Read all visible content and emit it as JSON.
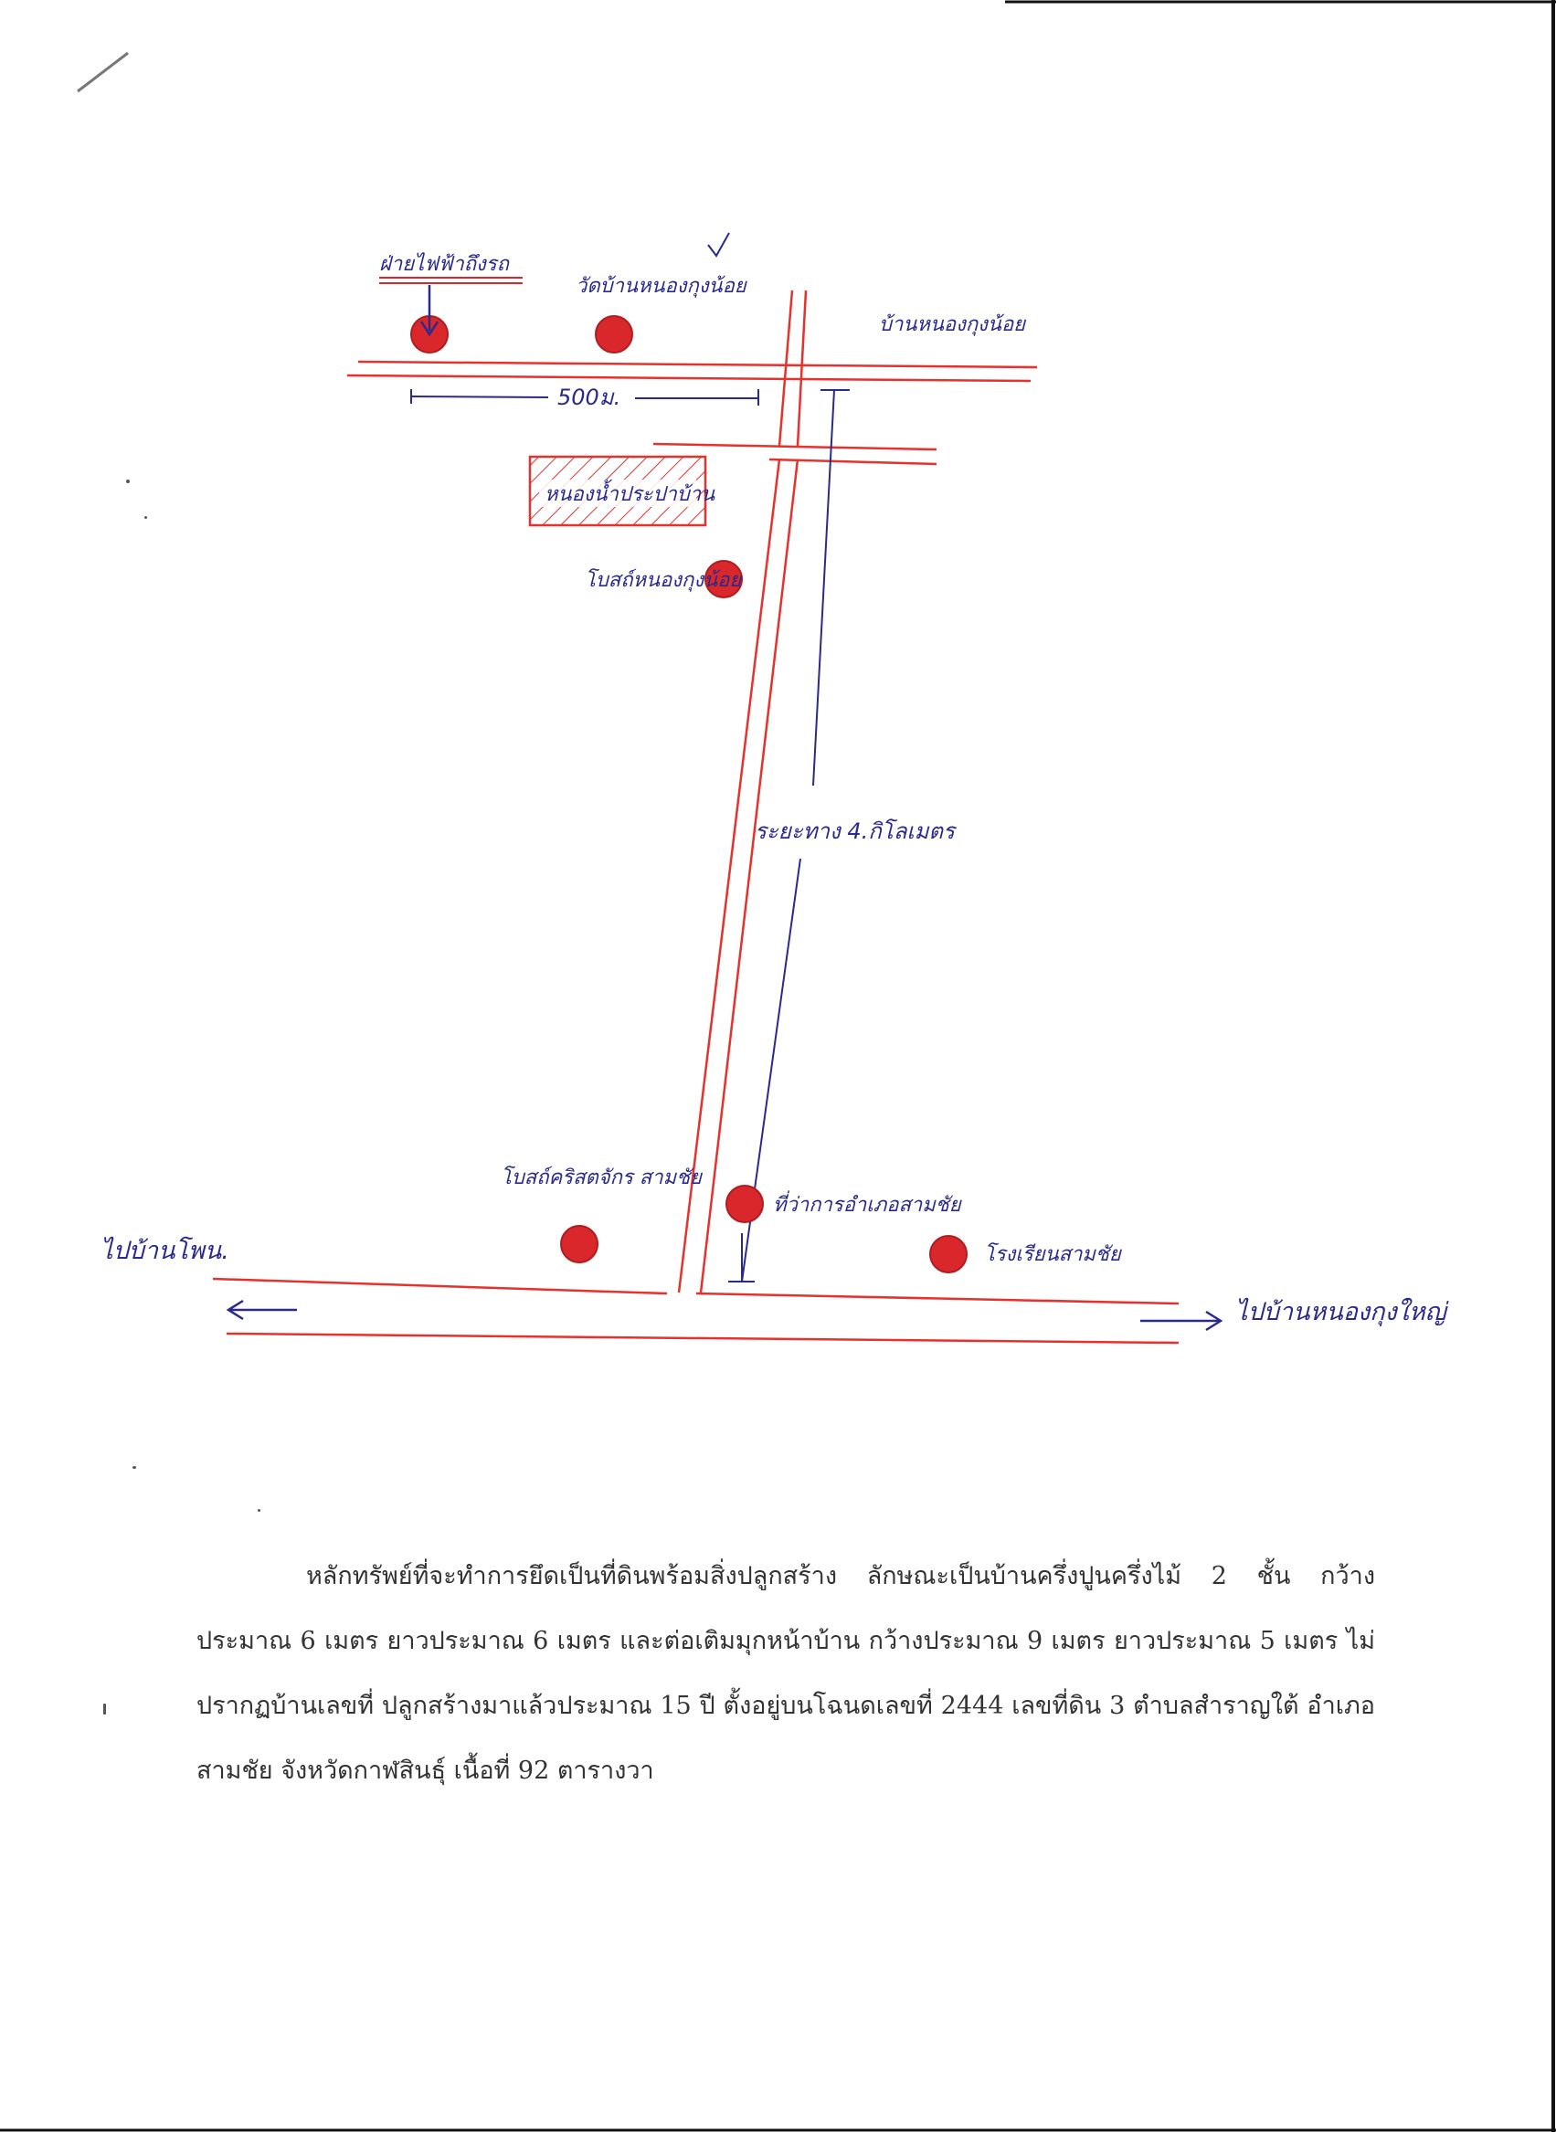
{
  "map": {
    "labels": {
      "health_center": "ฝ่ายไฟฟ้าถึงรถ",
      "temple": "วัดบ้านหนองกุงน้อย",
      "village_north": "บ้านหนองกุงน้อย",
      "distance_500": "500ม.",
      "village_pond": "หนองน้ำประปาบ้าน",
      "church": "โบสถ์หนองกุงน้อย",
      "distance_4km": "ระยะทาง 4.กิโลเมตร",
      "church_south": "โบสถ์คริสตจักร สามชัย",
      "district_office": "ที่ว่าการอำเภอสามชัย",
      "school": "โรงเรียนสามชัย",
      "to_west": "ไปบ้านโพน.",
      "to_east": "ไปบ้านหนองกุงใหญ่"
    },
    "colors": {
      "road": "#e5322d",
      "marker": "#d9272b",
      "ink": "#2a2a8c"
    }
  },
  "description": {
    "text": "หลักทรัพย์ที่จะทำการยึดเป็นที่ดินพร้อมสิ่งปลูกสร้าง ลักษณะเป็นบ้านครึ่งปูนครึ่งไม้ 2 ชั้น กว้างประมาณ 6 เมตร ยาวประมาณ 6 เมตร และต่อเติมมุกหน้าบ้าน กว้างประมาณ 9 เมตร ยาวประมาณ 5 เมตร ไม่ปรากฏบ้านเลขที่ ปลูกสร้างมาแล้วประมาณ 15 ปี ตั้งอยู่บนโฉนดเลขที่ 2444 เลขที่ดิน 3 ตำบลสำราญใต้ อำเภอสามชัย จังหวัดกาฬสินธุ์ เนื้อที่ 92 ตารางวา"
  }
}
